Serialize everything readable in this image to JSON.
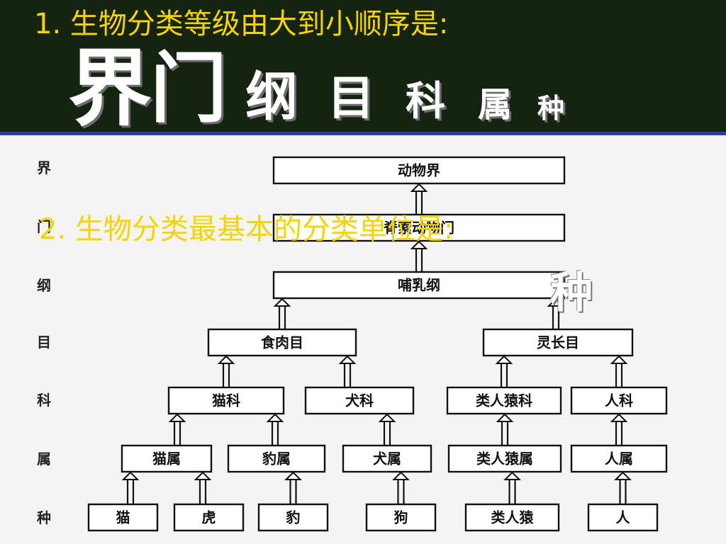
{
  "slide": {
    "question1": "1. 生物分类等级由大到小顺序是:",
    "ranks": [
      "界",
      "门",
      "纲",
      "目",
      "科",
      "属",
      "种"
    ],
    "question2": "2. 生物分类最基本的分类单位是:",
    "answer2": "种"
  },
  "diagram": {
    "row_labels": [
      "界",
      "门",
      "纲",
      "目",
      "科",
      "属",
      "种"
    ],
    "nodes": [
      {
        "id": "kingdom",
        "text": "动物界"
      },
      {
        "id": "phylum",
        "text": "脊索动物门"
      },
      {
        "id": "class",
        "text": "哺乳纲"
      },
      {
        "id": "order-carnivora",
        "text": "食肉目"
      },
      {
        "id": "order-primates",
        "text": "灵长目"
      },
      {
        "id": "family-felidae",
        "text": "猫科"
      },
      {
        "id": "family-canidae",
        "text": "犬科"
      },
      {
        "id": "family-hominidae",
        "text": "类人猿科"
      },
      {
        "id": "family-human",
        "text": "人科"
      },
      {
        "id": "genus-cat",
        "text": "猫属"
      },
      {
        "id": "genus-panthera",
        "text": "豹属"
      },
      {
        "id": "genus-dog",
        "text": "犬属"
      },
      {
        "id": "genus-ape",
        "text": "类人猿属"
      },
      {
        "id": "genus-human",
        "text": "人属"
      },
      {
        "id": "species-cat",
        "text": "猫"
      },
      {
        "id": "species-tiger",
        "text": "虎"
      },
      {
        "id": "species-leopard",
        "text": "豹"
      },
      {
        "id": "species-dog",
        "text": "狗"
      },
      {
        "id": "species-ape",
        "text": "类人猿"
      },
      {
        "id": "species-human",
        "text": "人"
      }
    ],
    "edges": [
      [
        "phylum",
        "kingdom"
      ],
      [
        "class",
        "phylum"
      ],
      [
        "order-carnivora",
        "class"
      ],
      [
        "order-primates",
        "class"
      ],
      [
        "family-felidae",
        "order-carnivora"
      ],
      [
        "family-canidae",
        "order-carnivora"
      ],
      [
        "family-hominidae",
        "order-primates"
      ],
      [
        "family-human",
        "order-primates"
      ],
      [
        "genus-cat",
        "family-felidae"
      ],
      [
        "genus-panthera",
        "family-felidae"
      ],
      [
        "genus-dog",
        "family-canidae"
      ],
      [
        "genus-ape",
        "family-hominidae"
      ],
      [
        "genus-human",
        "family-human"
      ],
      [
        "species-cat",
        "genus-cat"
      ],
      [
        "species-tiger",
        "genus-cat"
      ],
      [
        "species-leopard",
        "genus-panthera"
      ],
      [
        "species-dog",
        "genus-dog"
      ],
      [
        "species-ape",
        "genus-ape"
      ],
      [
        "species-human",
        "genus-human"
      ]
    ]
  }
}
